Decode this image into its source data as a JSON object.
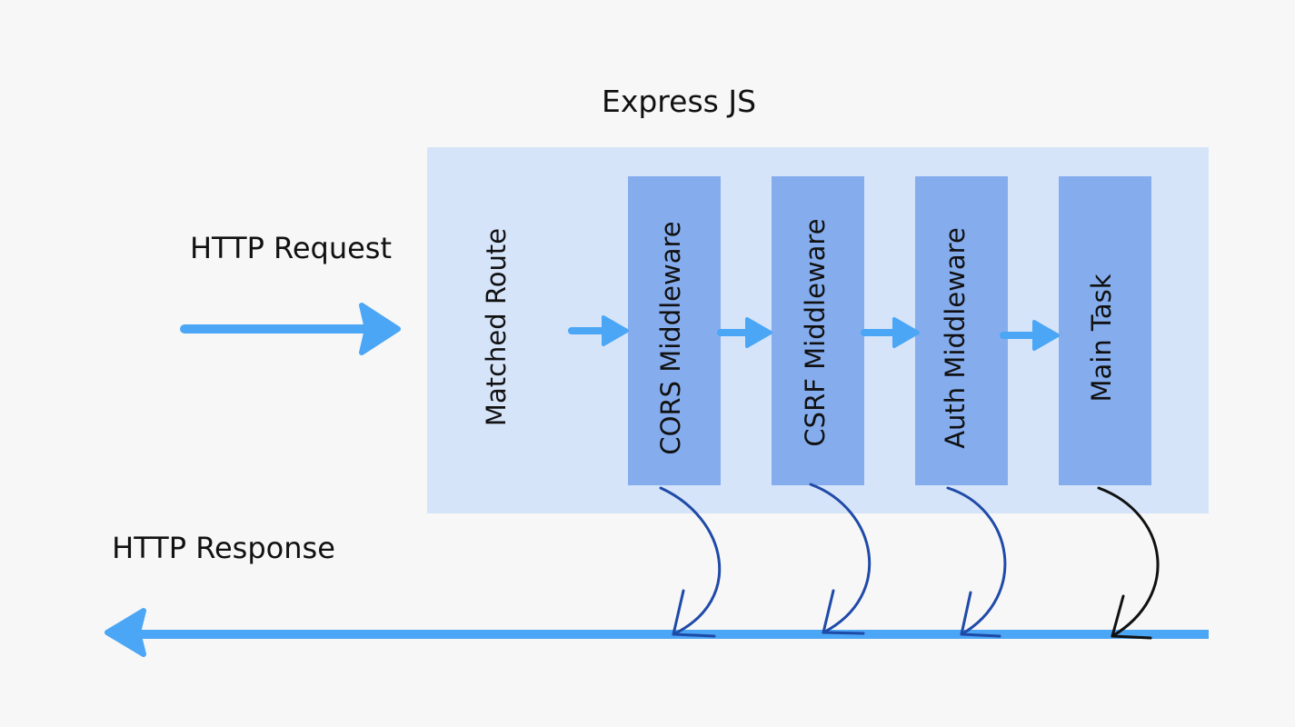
{
  "title": "Express JS",
  "request_label": "HTTP Request",
  "response_label": "HTTP Response",
  "route_label": "Matched Route",
  "stages": [
    {
      "label": "CORS Middleware"
    },
    {
      "label": "CSRF Middleware"
    },
    {
      "label": "Auth Middleware"
    },
    {
      "label": "Main Task"
    }
  ],
  "colors": {
    "background": "#f7f7f8",
    "container": "#d6e4fa",
    "stage_box": "#85adee",
    "flow_arrow": "#4ba6f5",
    "return_arrow": "#1f4aa8",
    "final_return_arrow": "#111111",
    "text": "#111111"
  }
}
